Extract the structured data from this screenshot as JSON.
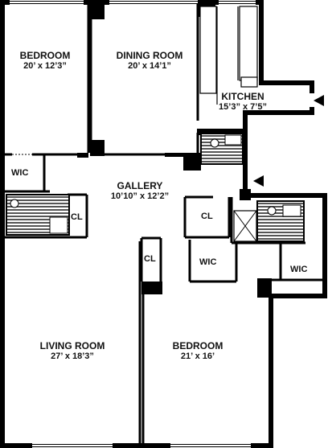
{
  "rooms": {
    "bedroom_1": {
      "name": "BEDROOM",
      "dims": "20’ x 12’3”"
    },
    "dining": {
      "name": "DINING ROOM",
      "dims": "20’ x 14’1”"
    },
    "kitchen": {
      "name": "KITCHEN",
      "dims": "15’3” x 7’5”"
    },
    "gallery": {
      "name": "GALLERY",
      "dims": "10’10” x 12’2”"
    },
    "living": {
      "name": "LIVING ROOM",
      "dims": "27’ x 18’3”"
    },
    "bedroom_2": {
      "name": "BEDROOM",
      "dims": "21’ x 16’"
    }
  },
  "closets": {
    "wic_left": "WIC",
    "cl_left": "CL",
    "cl_center": "CL",
    "cl_lower": "CL",
    "wic_center": "WIC",
    "wic_right": "WIC"
  },
  "colors": {
    "wall": "#000000",
    "background": "#ffffff",
    "fixture": "#666666"
  }
}
